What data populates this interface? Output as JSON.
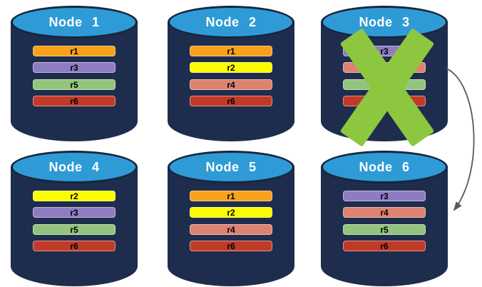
{
  "diagram": {
    "nodes": [
      {
        "title": "Node 1",
        "records": [
          {
            "label": "r1",
            "color": "#F9A11B"
          },
          {
            "label": "r3",
            "color": "#8E7CC3"
          },
          {
            "label": "r5",
            "color": "#93C47D"
          },
          {
            "label": "r6",
            "color": "#C13A28"
          }
        ]
      },
      {
        "title": "Node 2",
        "records": [
          {
            "label": "r1",
            "color": "#F9A11B"
          },
          {
            "label": "r2",
            "color": "#FCFC00"
          },
          {
            "label": "r4",
            "color": "#DD8270"
          },
          {
            "label": "r6",
            "color": "#C13A28"
          }
        ]
      },
      {
        "title": "Node 3",
        "status": "failed",
        "records": [
          {
            "label": "r3",
            "color": "#8E7CC3"
          },
          {
            "label": "r4",
            "color": "#DD8270"
          },
          {
            "label": "r5",
            "color": "#93C47D"
          },
          {
            "label": "r6",
            "color": "#C13A28"
          }
        ]
      },
      {
        "title": "Node 4",
        "records": [
          {
            "label": "r2",
            "color": "#FCFC00"
          },
          {
            "label": "r3",
            "color": "#8E7CC3"
          },
          {
            "label": "r5",
            "color": "#93C47D"
          },
          {
            "label": "r6",
            "color": "#C13A28"
          }
        ]
      },
      {
        "title": "Node 5",
        "records": [
          {
            "label": "r1",
            "color": "#F9A11B"
          },
          {
            "label": "r2",
            "color": "#FCFC00"
          },
          {
            "label": "r4",
            "color": "#DD8270"
          },
          {
            "label": "r6",
            "color": "#C13A28"
          }
        ]
      },
      {
        "title": "Node 6",
        "records": [
          {
            "label": "r3",
            "color": "#8E7CC3"
          },
          {
            "label": "r4",
            "color": "#DD8270"
          },
          {
            "label": "r5",
            "color": "#93C47D"
          },
          {
            "label": "r6",
            "color": "#C13A28"
          }
        ]
      }
    ],
    "failure_marker": {
      "shape": "X",
      "color": "#8DC63F",
      "on_node": "Node 3"
    },
    "arrow": {
      "from": "Node 3",
      "to": "Node 6",
      "color": "#595959"
    },
    "palette": {
      "cylinder_body": "#1E2D4D",
      "cylinder_top": "#2E9BD6",
      "cylinder_outline": "#18263F",
      "background": "#FFFFFF"
    }
  }
}
